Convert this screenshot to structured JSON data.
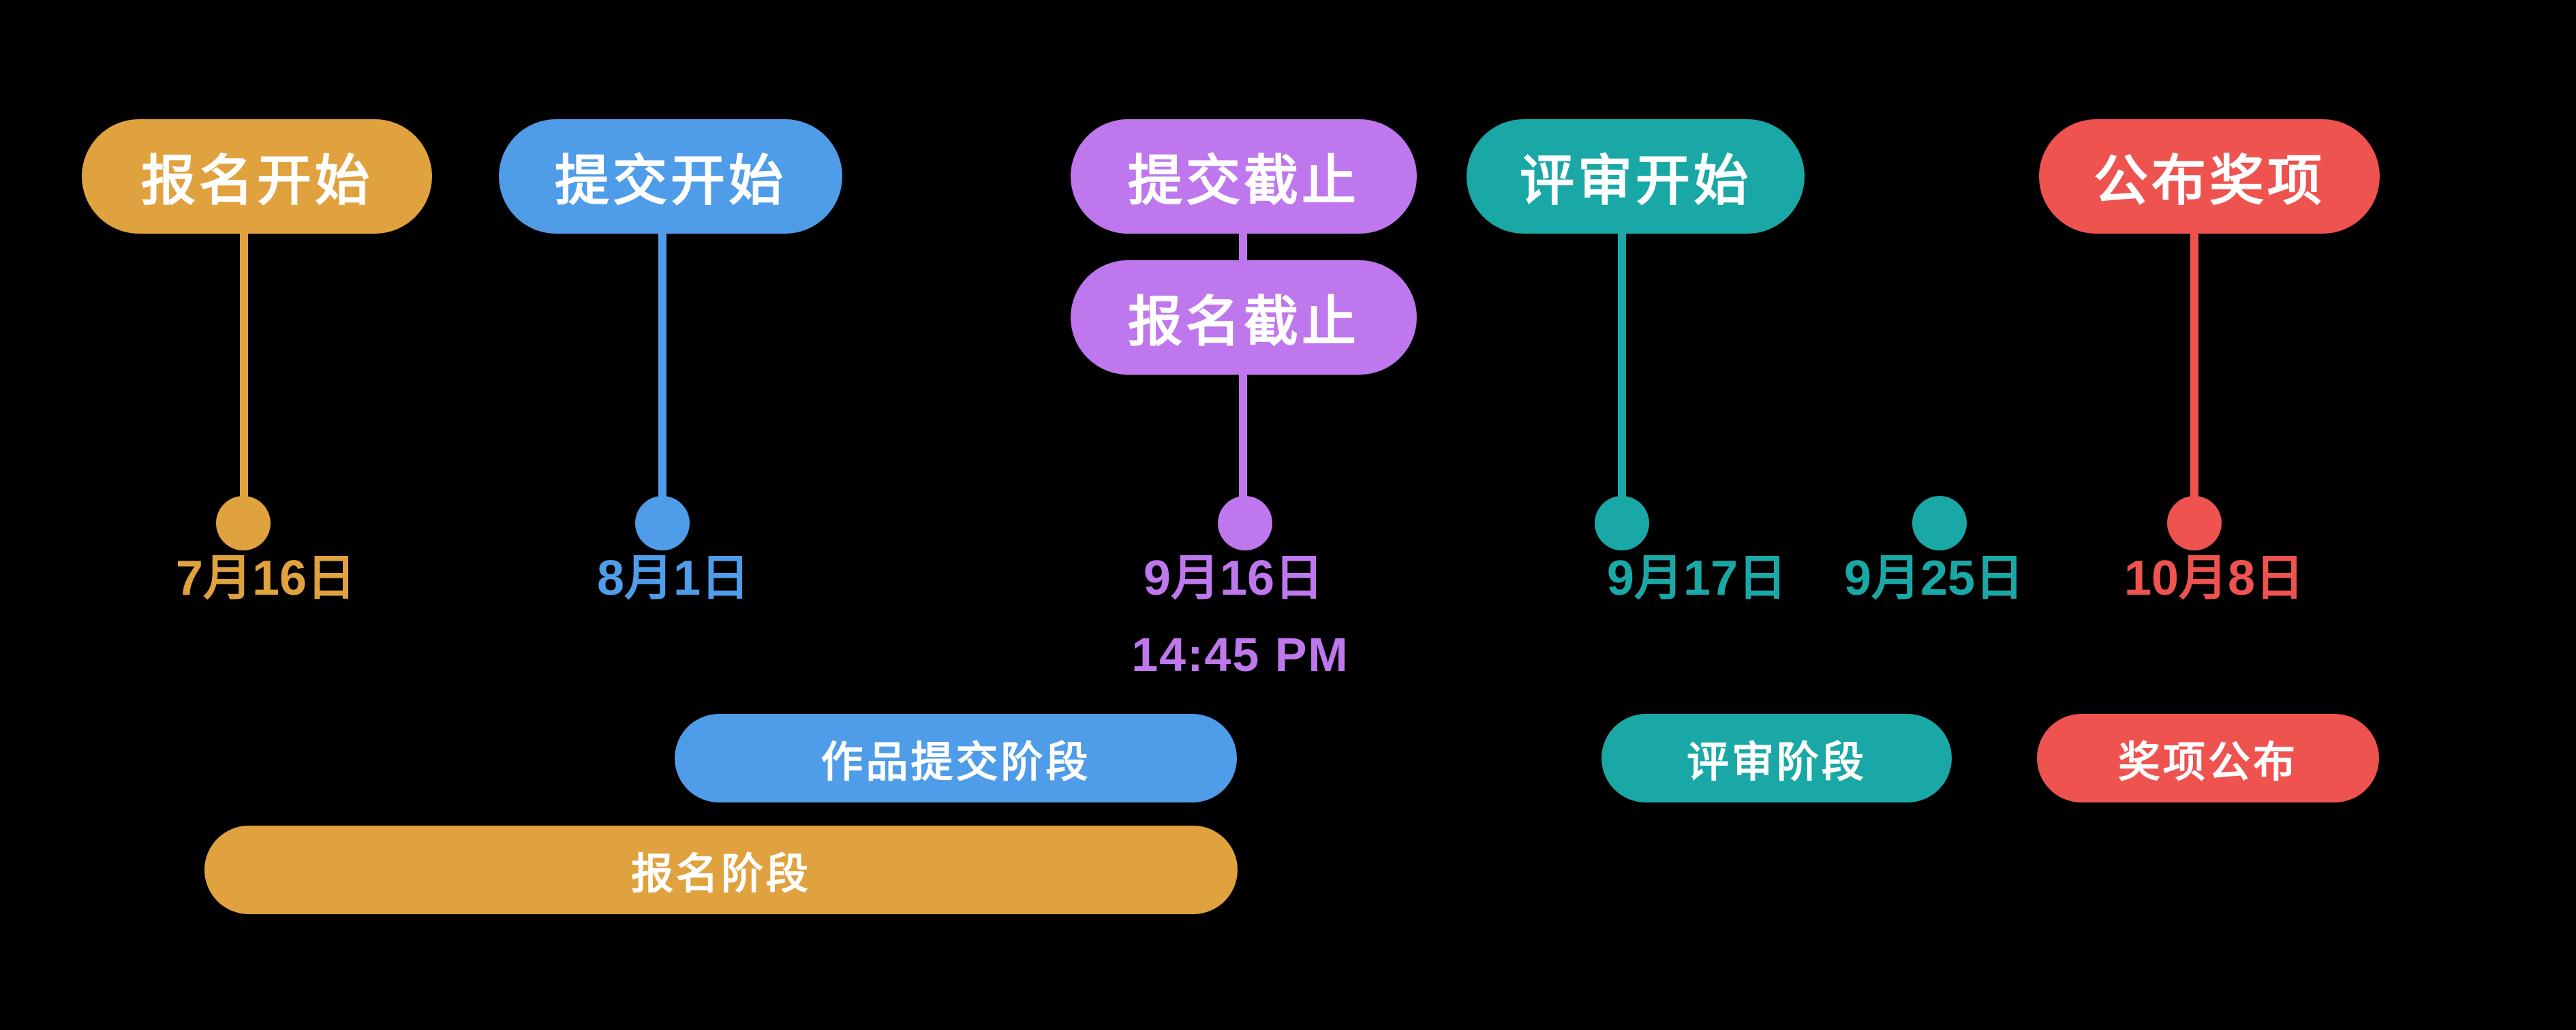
{
  "colors": {
    "orange": "#E0A23E",
    "blue": "#4F9CE8",
    "purple": "#BE77EC",
    "teal": "#1AA8A6",
    "red": "#EF534F",
    "background": "#000000",
    "label_text": "#FFFFFF"
  },
  "timeline": {
    "events": [
      {
        "name": "registration-start",
        "badge": "报名开始",
        "date": "7月16日",
        "color": "orange"
      },
      {
        "name": "submission-start",
        "badge": "提交开始",
        "date": "8月1日",
        "color": "blue"
      },
      {
        "name": "submission-deadline",
        "badge": "提交截止",
        "badge2": "报名截止",
        "date": "9月16日",
        "time": "14:45 PM",
        "color": "purple"
      },
      {
        "name": "review-start",
        "badge": "评审开始",
        "date": "9月17日",
        "color": "teal"
      },
      {
        "name": "review-milestone",
        "date": "9月25日",
        "color": "teal"
      },
      {
        "name": "awards-announcement",
        "badge": "公布奖项",
        "date": "10月8日",
        "color": "red"
      }
    ],
    "phases": [
      {
        "name": "submission-phase",
        "label": "作品提交阶段",
        "color": "blue"
      },
      {
        "name": "registration-phase",
        "label": "报名阶段",
        "color": "orange"
      },
      {
        "name": "review-phase",
        "label": "评审阶段",
        "color": "teal"
      },
      {
        "name": "awards-phase",
        "label": "奖项公布",
        "color": "red"
      }
    ]
  }
}
